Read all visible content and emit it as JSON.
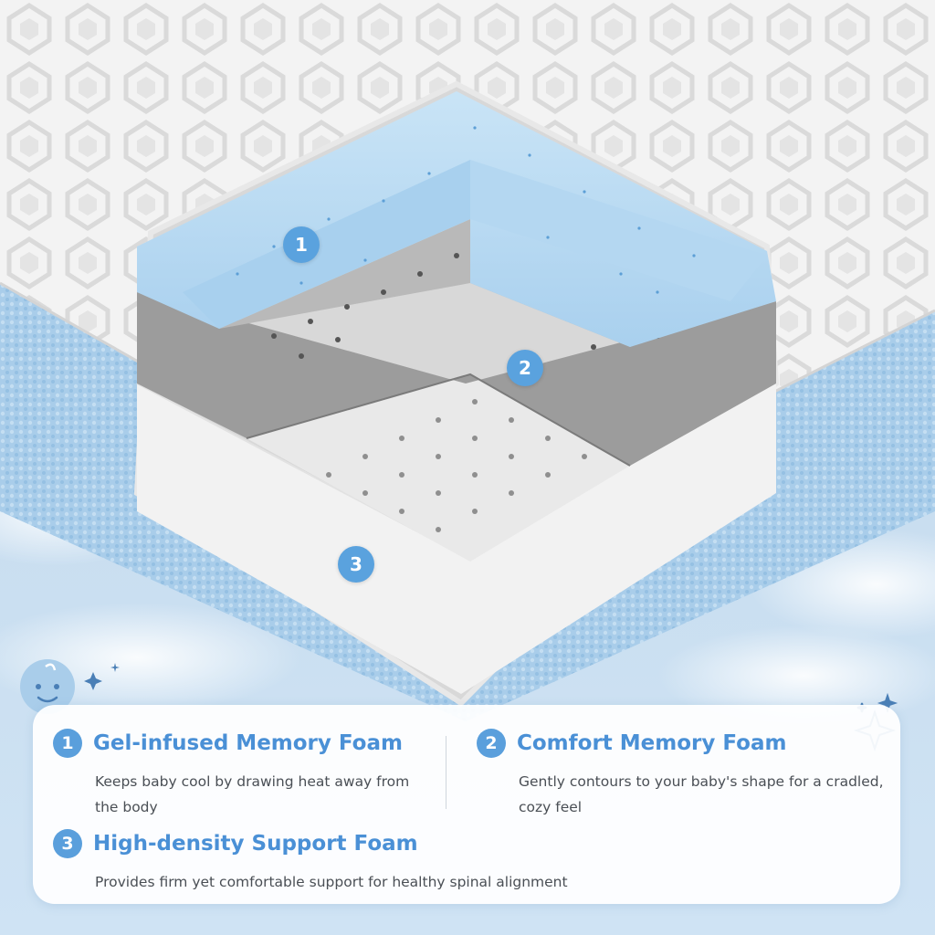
{
  "callouts": [
    "1",
    "2",
    "3"
  ],
  "features": [
    {
      "number": "1",
      "title": "Gel-infused Memory Foam",
      "description": "Keeps baby cool by drawing heat away from the body"
    },
    {
      "number": "2",
      "title": "Comfort Memory Foam",
      "description": "Gently contours to your baby's shape for a cradled, cozy feel"
    },
    {
      "number": "3",
      "title": "High-density Support Foam",
      "description": "Provides firm yet comfortable support for healthy spinal alignment"
    }
  ],
  "colors": {
    "accent": "#4a90d6",
    "badge": "#5a9fdc",
    "gel_foam": "#b9daf2",
    "comfort_foam": "#9a9a9a",
    "support_foam": "#f1f1f1",
    "sky": "#cfe3f4"
  },
  "icons": [
    "baby-face-icon",
    "sparkle-icon",
    "sparkle-cluster-icon"
  ]
}
